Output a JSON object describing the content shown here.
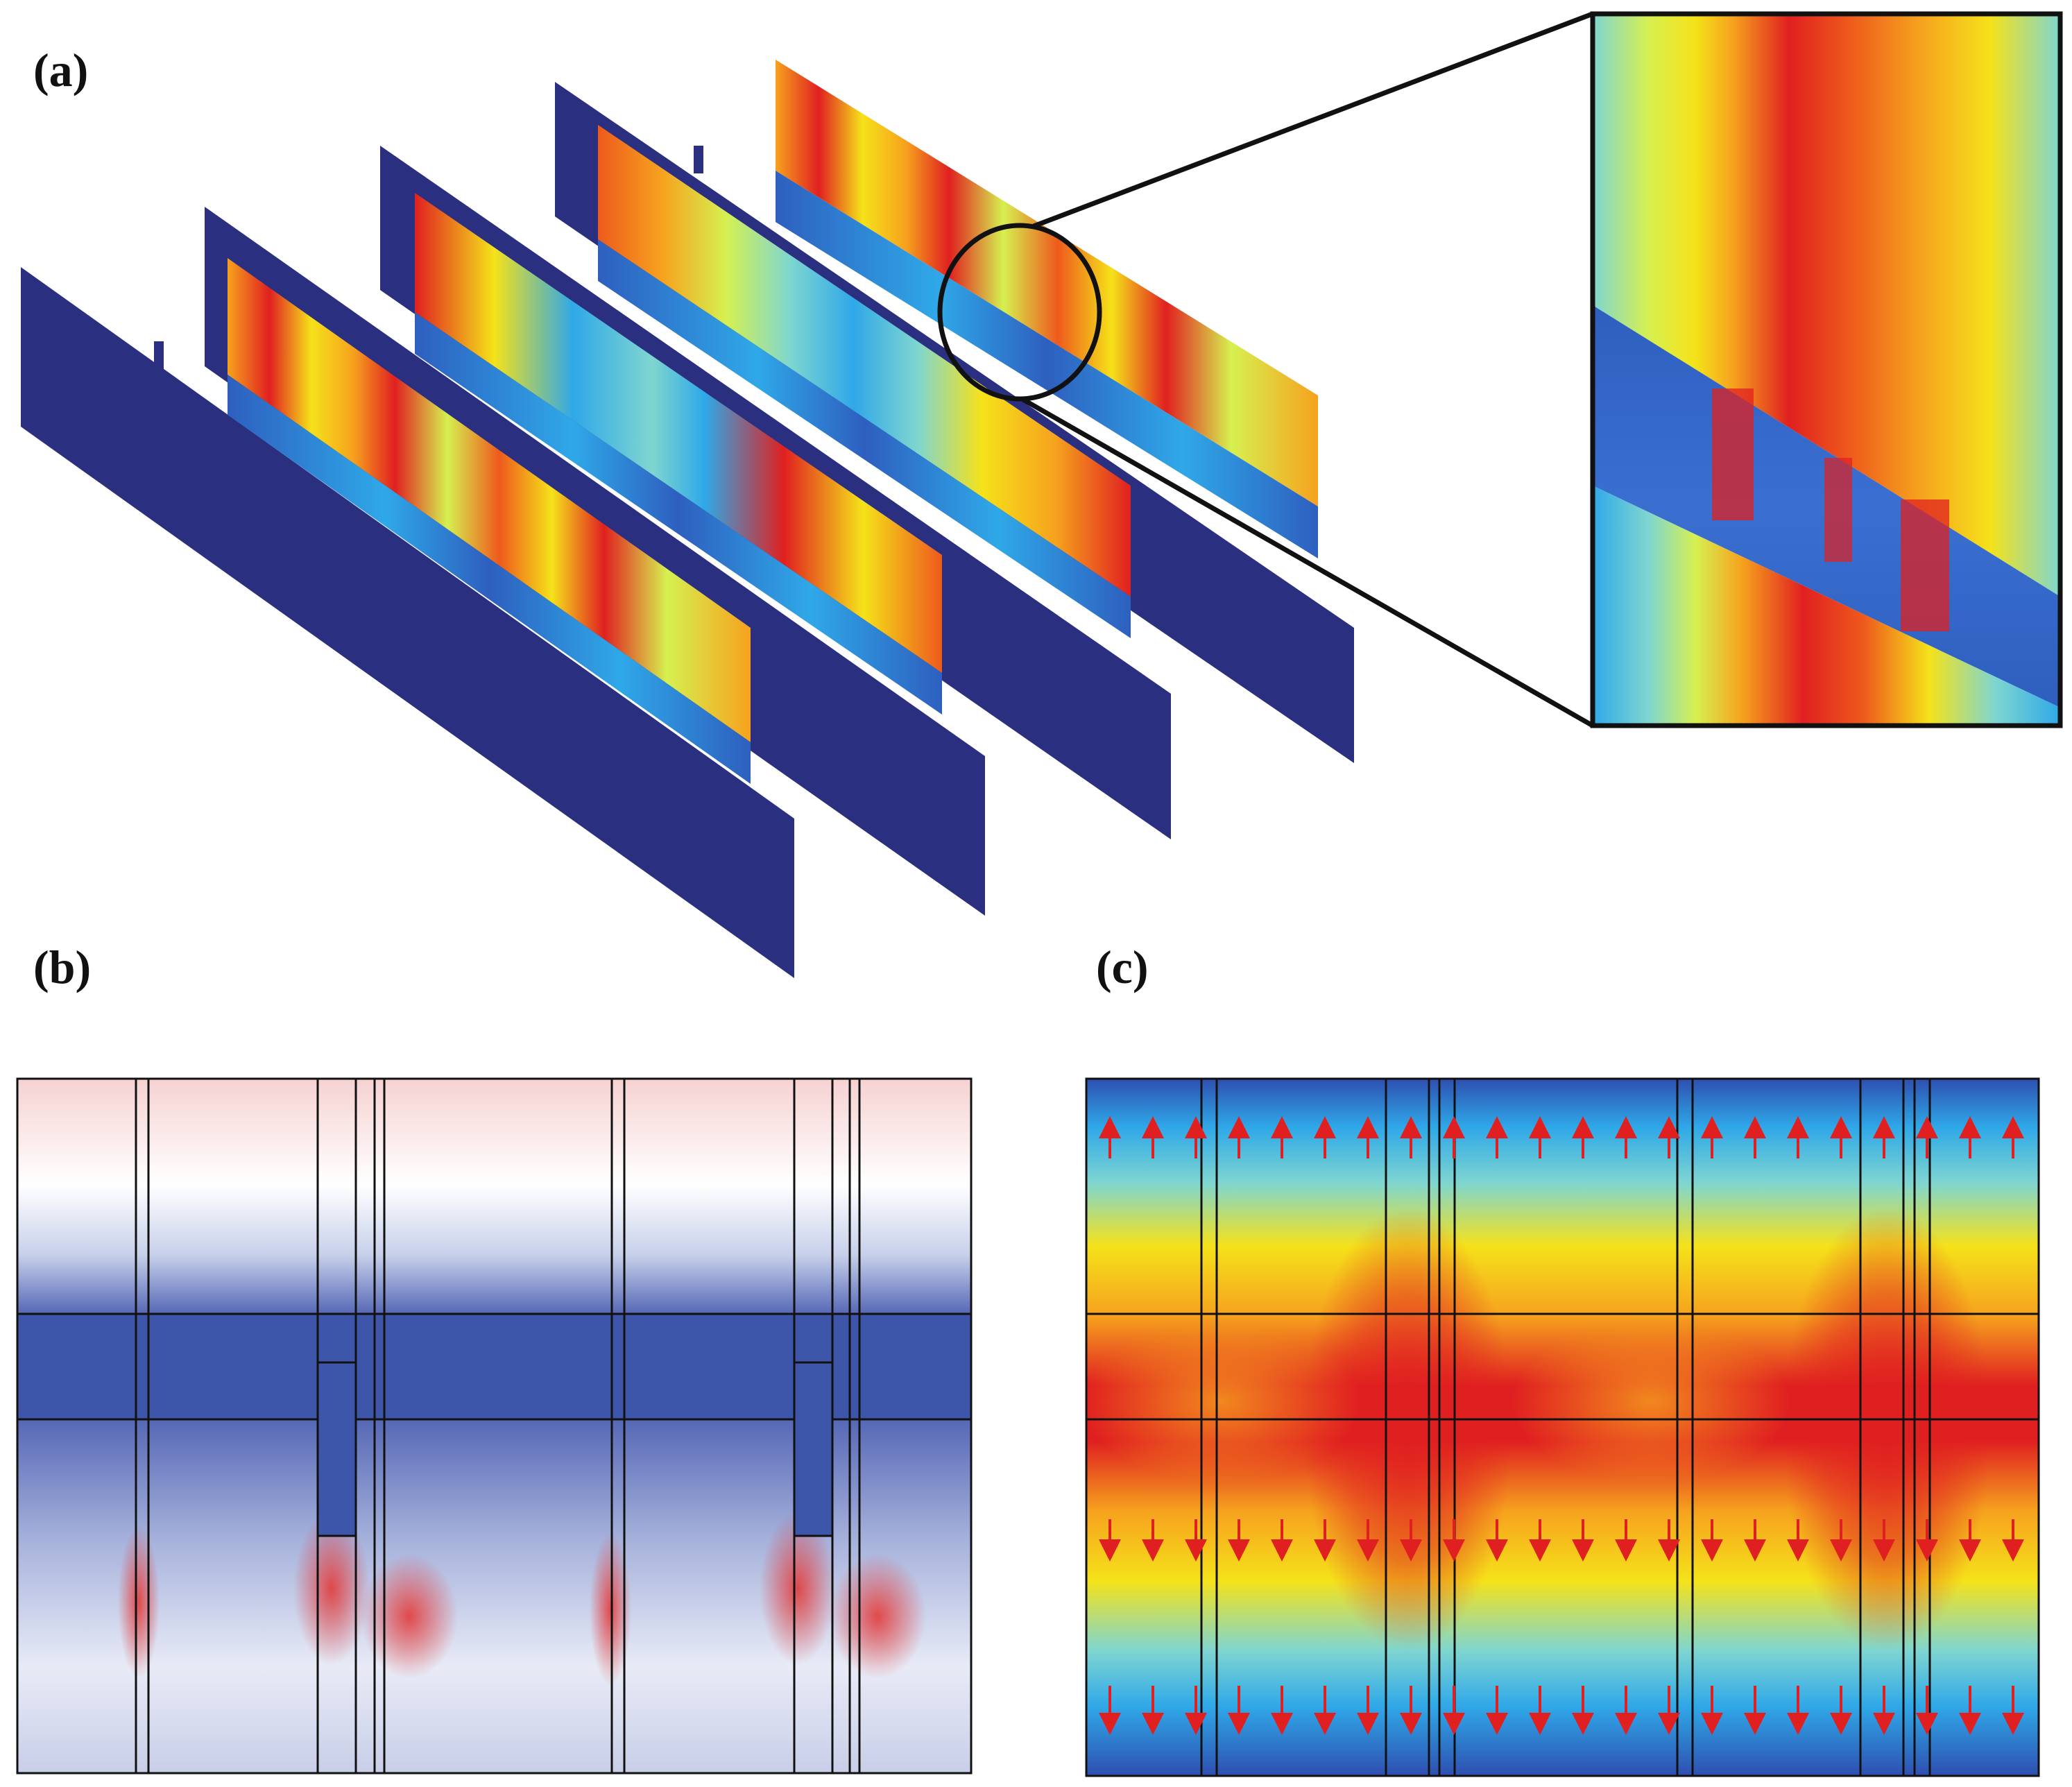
{
  "figure": {
    "panel_labels": {
      "a": "(a)",
      "b": "(b)",
      "c": "(c)"
    },
    "colormap_jet": [
      "#2a2f7f",
      "#2e5fbf",
      "#2fa8e8",
      "#7fd6d0",
      "#d6f050",
      "#f5e21a",
      "#f6a21e",
      "#ee5a1c",
      "#e02020"
    ],
    "colormap_diverging": [
      "#3a55a8",
      "#8a9bd0",
      "#ffffff",
      "#f1b0b0",
      "#e23a3a"
    ],
    "frame_color": "#111111",
    "arrow_color": "#e02020"
  }
}
